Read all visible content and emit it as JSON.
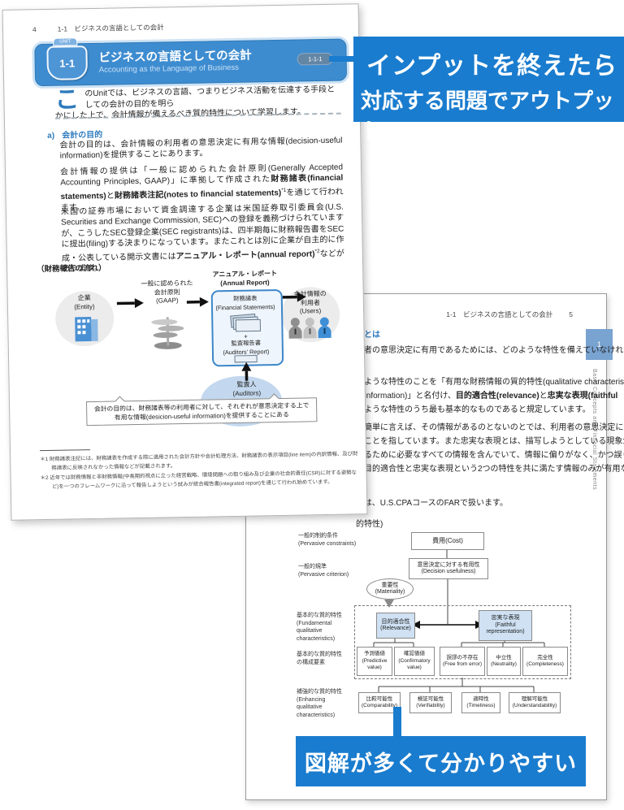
{
  "colors": {
    "accent_blue": "#1a7cce",
    "unit_banner_blue": "#3e8cd0",
    "heading_blue": "#2e7bbd",
    "diagram_light_blue": "#cfe1f3",
    "tab_blue": "#79a3d1"
  },
  "banners": {
    "top": {
      "line1": "インプットを終えたら",
      "line2": "対応する問題でアウトプット"
    },
    "bottom": {
      "text": "図解が多くて分かりやすい"
    }
  },
  "left_page": {
    "header": {
      "page_num": "4",
      "chapter": "1-1　ビジネスの言語としての会計"
    },
    "unit_banner": {
      "ribbon": "UNIT",
      "badge": "1-1",
      "title": "ビジネスの言語としての会計",
      "subtitle": "Accounting as the Language of Business",
      "pill": "1-1-1"
    },
    "intro": {
      "dropcap": "こ",
      "text": "のUnitでは、ビジネスの言語、つまりビジネス活動を伝達する手段としての会計の目的を明ら\nかにした上で、会計情報が備えるべき質的特性について学習します。"
    },
    "section_a": {
      "label": "a)",
      "title": "会計の目的",
      "p1": "会計の目的は、会計情報の利用者の意思決定に有用な情報(decision-useful information)を提供することにあります。",
      "p2_seg1": "会計情報の提供は「一般に認められた会計原則(Generally Accepted Accounting Principles, GAAP)」に準拠して作成された",
      "p2_bold1": "財務諸表(financial statements)",
      "p2_seg2": "と",
      "p2_bold2": "財務諸表注記(notes to financial statements)",
      "p2_sup": "*1",
      "p2_seg3": "を通じて行われます。",
      "p3_seg1": "米国の証券市場において資金調達する企業は米国証券取引委員会(U.S. Securities and Exchange Commission, SEC)への登録を義務づけられていますが、こうしたSEC登録企業(SEC registrants)は、四半期毎に財務報告書をSECに提出(filing)する決まりになっています。またこれとは別に企業が自主的に作成・公表している開示文書には",
      "p3_bold1": "アニュアル・レポート(annual report)",
      "p3_sup": "*2",
      "p3_seg2": "などがあります。"
    },
    "flow": {
      "caption": "（財務報告の流れ）",
      "entity": "企業\n(Entity)",
      "gaap": "一般に認められた\n会計原則\n(GAAP)",
      "annual_report": "アニュアル・レポート\n(Annual Report)",
      "financial_statements": "財務諸表\n(Financial Statements)",
      "plus": "+",
      "auditors_report": "監査報告書\n(Auditors' Report)",
      "users": "会計情報の\n利用者\n(Users)",
      "auditors": "監査人\n(Auditors)",
      "callout_line1": "会計の目的は、財務諸表等の利用者に対して、それぞれが意思決定する上で",
      "callout_line2": "有用な情報(desicion-useful information)を提供することにある"
    },
    "footnotes": {
      "fn1": "＊1 財務諸表注記には、財務諸表を作成する際に適用された会計方針や会計処理方法、財務諸表の表示項目(line item)の内訳情報、及び財務諸表に反映されなかった情報などが記載されます。",
      "fn2": "＊2 近年では財務情報と非財務情報(中長期的視点に立った経営戦略、環境問題への取り組み及び企業の社会的責任(CSR)に対する姿勢など)を一つのフレームワークに沿って報告しようという試みが統合報告書(integrated report)を通じて行われ始めています。"
    }
  },
  "right_page": {
    "header": {
      "chapter": "1-1　ビジネスの言語としての会計",
      "page_num": "5"
    },
    "side_tab": {
      "num": "1",
      "label": "Basic Concepts and Financial Statements"
    },
    "fragments": {
      "f1": "報とは",
      "f2": "用者の意思決定に有用であるためには、どのような特性を備えていなければ",
      "f3": "？",
      "f4": "のような特性のことを「有用な財務情報の質的特性(qualitative characteris-",
      "f5a": "al information)」と名付け、",
      "f5b": "目的適合性(relevance)",
      "f5c": "と",
      "f5d": "忠実な表現(faithful",
      "f6": "のような特性のうち最も基本的なものであると規定しています。",
      "f7": "、簡単に言えば、その情報があるのとないのとでは、利用者の意思決定に違",
      "f8": "ることを指しています。また忠実な表現とは、描写しようとしている現象が",
      "f9": "れるために必要なすべての情報を含んでいて、情報に偏りがなく、かつ誤り",
      "f10": "。目的適合性と忠実な表現という2つの特性を共に満たす情報のみが有用な",
      "f11": "す。",
      "f12": "ては、U.S.CPAコースのFARで扱います。",
      "f13": "的特性)"
    },
    "qc_diagram": {
      "label_constraints": "一般的制約条件\n(Pervasive constraints)",
      "label_criterion": "一般的規準\n(Pervasive criterion)",
      "label_fundamental": "基本的な質的特性\n(Fundamental\nqualitative\ncharacteristics)",
      "label_components": "基本的な質的特性\nの構成要素",
      "label_enhancing": "補強的な質的特性\n(Enhancing\nqualitative\ncharacteristics)",
      "cost": "費用(Cost)",
      "decision_usefulness": "意思決定に対する有用性\n(Decision usefulness)",
      "materiality": "重要性\n(Materiality)",
      "relevance": "目的適合性\n(Relevance)",
      "faithful": "忠実な表現\n(Faithful\nrepresentation)",
      "predictive": "予測価値\n(Predictive\nvalue)",
      "confirmatory": "確認価値\n(Confirmatory\nvalue)",
      "free_from_error": "誤謬の不存在\n(Free from error)",
      "neutrality": "中立性\n(Neutrality)",
      "completeness": "完全性\n(Completeness)",
      "comparability": "比較可能性\n(Comparability)",
      "verifiability": "検証可能性\n(Verifiability)",
      "timeliness": "適時性\n(Timeliness)",
      "understandability": "理解可能性\n(Understandability)"
    }
  }
}
